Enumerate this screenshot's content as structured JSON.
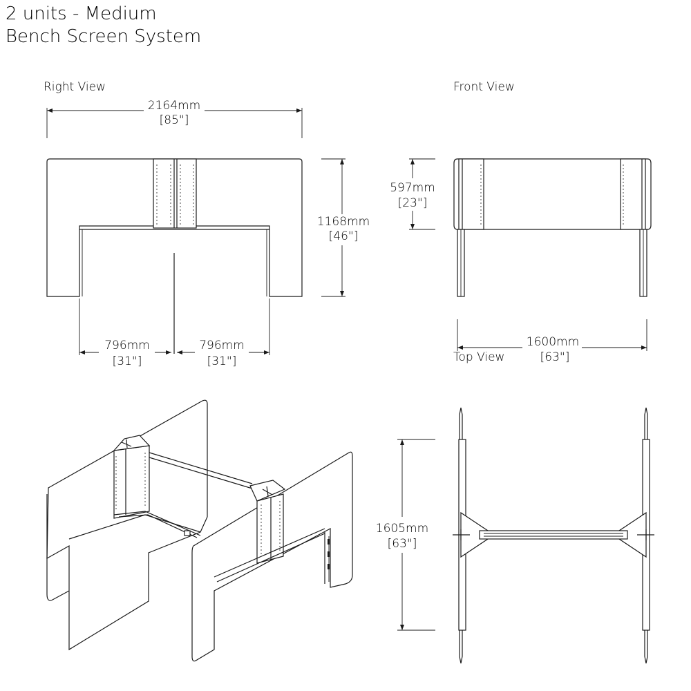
{
  "title": {
    "line1": "2 units - Medium",
    "line2": "Bench Screen System"
  },
  "views": {
    "right": "Right View",
    "front": "Front View",
    "top": "Top View"
  },
  "dimensions": {
    "overall_width": {
      "mm": "2164mm",
      "inch": "[85\"]"
    },
    "overall_height": {
      "mm": "1168mm",
      "inch": "[46\"]"
    },
    "left_bay": {
      "mm": "796mm",
      "inch": "[31\"]"
    },
    "right_bay": {
      "mm": "796mm",
      "inch": "[31\"]"
    },
    "screen_height": {
      "mm": "597mm",
      "inch": "[23\"]"
    },
    "front_width": {
      "mm": "1600mm",
      "inch": "[63\"]"
    },
    "depth": {
      "mm": "1605mm",
      "inch": "[63\"]"
    }
  }
}
